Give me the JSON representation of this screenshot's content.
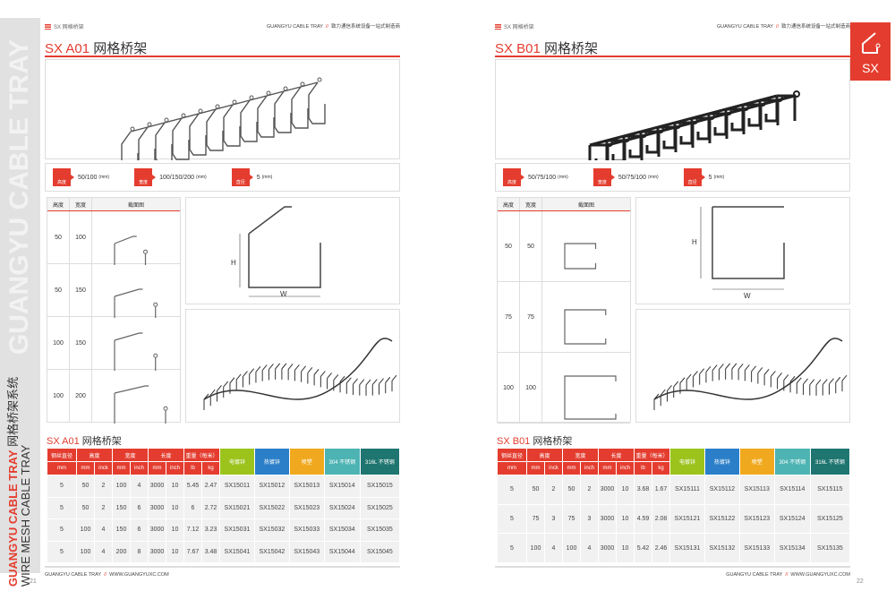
{
  "sidebar": {
    "watermark": "GUANGYU CABLE TRAY",
    "brand": "GUANGYU CABLE TRAY",
    "cn": "网格桥架系统",
    "en": "WIRE MESH CABLE TRAY"
  },
  "tab": {
    "label": "SX"
  },
  "colors": {
    "red": "#e43d2f",
    "green": "#9bc31c",
    "blue": "#2a7fc8",
    "orange": "#f0a91e",
    "teal": "#4db3b3",
    "darkteal": "#1f7570"
  },
  "pages": [
    {
      "page_number": "21",
      "breadcrumb": "SX 网格桥架",
      "header_brand": "GUANGYU CABLE TRAY",
      "header_sep": "//",
      "header_slogan": "致力通信系统设备一站式制造商",
      "title_code": "SX A01",
      "title_name": "网格桥架",
      "specs": [
        {
          "icon": "高度",
          "value": "50/100",
          "unit": "(mm)"
        },
        {
          "icon": "宽度",
          "value": "100/150/200",
          "unit": "(mm)"
        },
        {
          "icon": "直径",
          "value": "5",
          "unit": "(mm)"
        }
      ],
      "section": {
        "headers": [
          "高度",
          "宽度",
          "截面图"
        ],
        "rows": [
          [
            "50",
            "100"
          ],
          [
            "50",
            "150"
          ],
          [
            "100",
            "150"
          ],
          [
            "100",
            "200"
          ]
        ]
      },
      "dim": {
        "h": "H",
        "w": "W"
      },
      "table_code": "SX A01",
      "table_name": "网格桥架",
      "table": {
        "group_headers": [
          "钢丝直径",
          "高度",
          "宽度",
          "长度",
          "重量（每米）"
        ],
        "finish_headers": [
          "电镀锌",
          "热镀锌",
          "喷塑",
          "304 不锈钢",
          "316L 不锈钢"
        ],
        "units": [
          "mm",
          "mm",
          "inck",
          "mm",
          "inch",
          "mm",
          "inch",
          "lb",
          "kg"
        ],
        "rows": [
          [
            "5",
            "50",
            "2",
            "100",
            "4",
            "3000",
            "10",
            "5.45",
            "2.47",
            "SX15011",
            "SX15012",
            "SX15013",
            "SX15014",
            "SX15015"
          ],
          [
            "5",
            "50",
            "2",
            "150",
            "6",
            "3000",
            "10",
            "6",
            "2.72",
            "SX15021",
            "SX15022",
            "SX15023",
            "SX15024",
            "SX15025"
          ],
          [
            "5",
            "100",
            "4",
            "150",
            "6",
            "3000",
            "10",
            "7.12",
            "3.23",
            "SX15031",
            "SX15032",
            "SX15033",
            "SX15034",
            "SX15035"
          ],
          [
            "5",
            "100",
            "4",
            "200",
            "8",
            "3000",
            "10",
            "7.67",
            "3.48",
            "SX15041",
            "SX15042",
            "SX15043",
            "SX15044",
            "SX15045"
          ]
        ]
      },
      "footer": {
        "brand": "GUANGYU CABLE TRAY",
        "sep": "//",
        "url": "WWW.GUANGYUXC.COM"
      }
    },
    {
      "page_number": "22",
      "breadcrumb": "SX 网格桥架",
      "header_brand": "GUANGYU CABLE TRAY",
      "header_sep": "//",
      "header_slogan": "致力通信系统设备一站式制造商",
      "title_code": "SX B01",
      "title_name": "网格桥架",
      "specs": [
        {
          "icon": "高度",
          "value": "50/75/100",
          "unit": "(mm)"
        },
        {
          "icon": "宽度",
          "value": "50/75/100",
          "unit": "(mm)"
        },
        {
          "icon": "直径",
          "value": "5",
          "unit": "(mm)"
        }
      ],
      "section": {
        "headers": [
          "高度",
          "宽度",
          "截面图"
        ],
        "rows": [
          [
            "50",
            "50"
          ],
          [
            "75",
            "75"
          ],
          [
            "100",
            "100"
          ]
        ]
      },
      "dim": {
        "h": "H",
        "w": "W"
      },
      "table_code": "SX B01",
      "table_name": "网格桥架",
      "table": {
        "group_headers": [
          "钢丝直径",
          "高度",
          "宽度",
          "长度",
          "重量（每米）"
        ],
        "finish_headers": [
          "电镀锌",
          "热镀锌",
          "喷塑",
          "304 不锈钢",
          "316L 不锈钢"
        ],
        "units": [
          "mm",
          "mm",
          "inck",
          "mm",
          "inch",
          "mm",
          "inch",
          "lb",
          "kg"
        ],
        "rows": [
          [
            "5",
            "50",
            "2",
            "50",
            "2",
            "3000",
            "10",
            "3.68",
            "1.67",
            "SX15111",
            "SX15112",
            "SX15113",
            "SX15114",
            "SX15115"
          ],
          [
            "5",
            "75",
            "3",
            "75",
            "3",
            "3000",
            "10",
            "4.59",
            "2.08",
            "SX15121",
            "SX15122",
            "SX15123",
            "SX15124",
            "SX15125"
          ],
          [
            "5",
            "100",
            "4",
            "100",
            "4",
            "3000",
            "10",
            "5.42",
            "2.46",
            "SX15131",
            "SX15132",
            "SX15133",
            "SX15134",
            "SX15135"
          ]
        ]
      },
      "footer": {
        "brand": "GUANGYU CABLE TRAY",
        "sep": "//",
        "url": "WWW.GUANGYUXC.COM"
      }
    }
  ]
}
